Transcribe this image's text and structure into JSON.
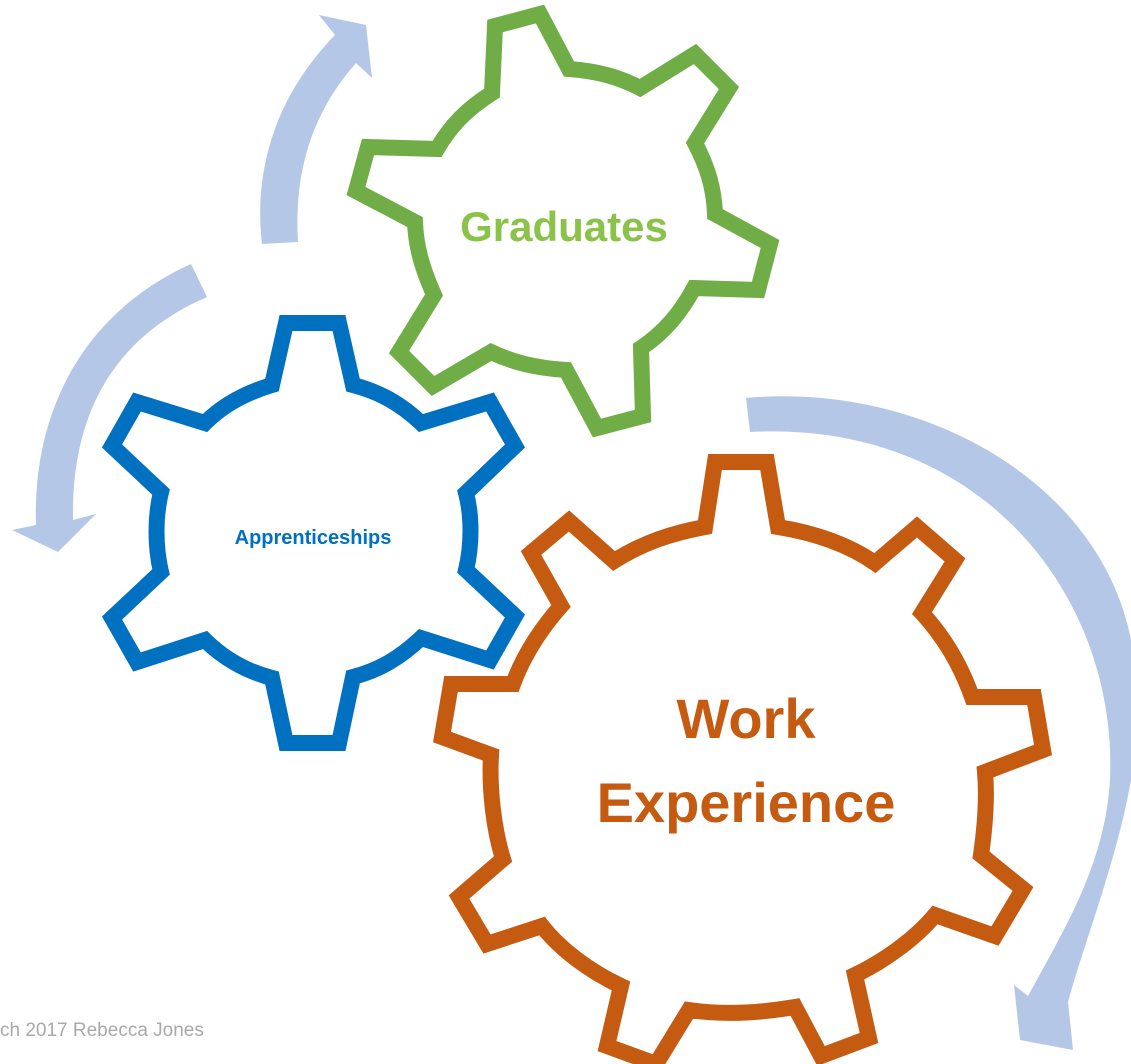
{
  "gears": {
    "graduates": {
      "label": "Graduates",
      "color": "#70AD47"
    },
    "apprenticeships": {
      "label": "Apprenticeships",
      "color": "#0070C0"
    },
    "work_experience": {
      "label_line1": "Work",
      "label_line2": "Experience",
      "color": "#C55A11"
    }
  },
  "arrows": {
    "color": "#B4C7E7"
  },
  "footer": {
    "text": "ch 2017 Rebecca Jones"
  }
}
